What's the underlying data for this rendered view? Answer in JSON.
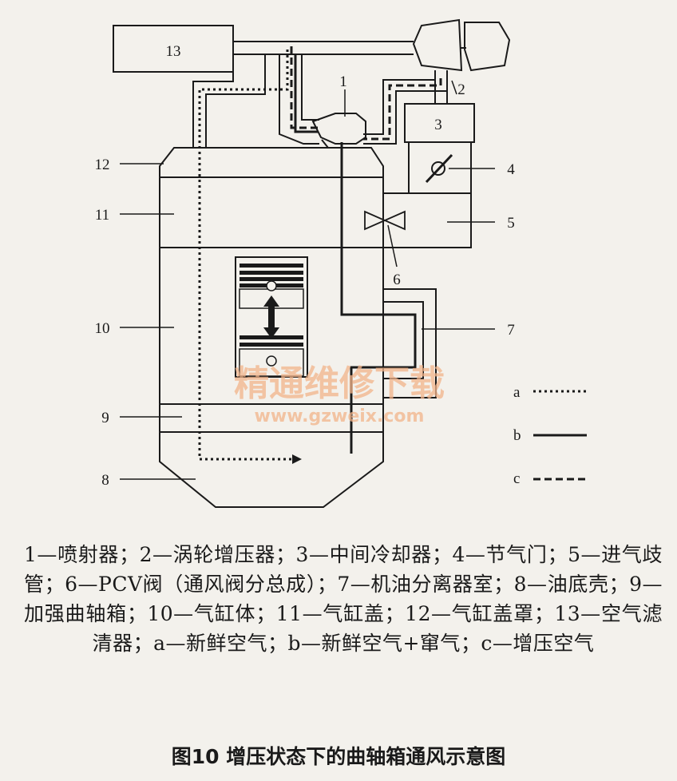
{
  "labels": {
    "n1": "1",
    "n2": "2",
    "n3": "3",
    "n4": "4",
    "n5": "5",
    "n6": "6",
    "n7": "7",
    "n8": "8",
    "n9": "9",
    "n10": "10",
    "n11": "11",
    "n12": "12",
    "n13": "13"
  },
  "legend": {
    "a": "a",
    "b": "b",
    "c": "c"
  },
  "watermark": {
    "text": "精通维修下载",
    "url": "www.gzweix.com"
  },
  "caption": "1—喷射器；2—涡轮增压器；3—中间冷却器；4—节气门；5—进气歧管；6—PCV阀（通风阀分总成）；7—机油分离器室；8—油底壳；9—加强曲轴箱；10—气缸体；11—气缸盖；12—气缸盖罩；13—空气滤清器；a—新鲜空气；b—新鲜空气+窜气；c—增压空气",
  "title": "图10  增压状态下的曲轴箱通风示意图"
}
